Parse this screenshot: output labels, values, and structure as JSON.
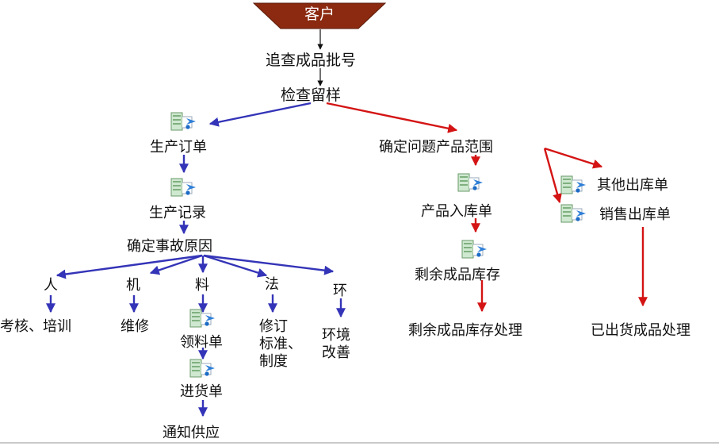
{
  "header": {
    "label": "客户",
    "fill": "#8B2A10",
    "border": "#5a1a08"
  },
  "colors": {
    "blue": "#3434b8",
    "red": "#d41414",
    "black": "#111111"
  },
  "labels": {
    "trace_batch": "追查成品批号",
    "check_sample": "检查留样",
    "production_order": "生产订单",
    "production_record": "生产记录",
    "determine_cause": "确定事故原因",
    "man": "人",
    "machine": "机",
    "material": "料",
    "method": "法",
    "environment": "环",
    "assess_train": "考核、培训",
    "maintenance": "维修",
    "requisition": "领料单",
    "purchase_receipt": "进货单",
    "notify_supplier": "通知供应",
    "revise_standards": "修订\n标准、\n制度",
    "improve_environment": "环境\n改善",
    "determine_scope": "确定问题产品范围",
    "product_inbound": "产品入库单",
    "remaining_inventory": "剩余成品库存",
    "handle_remaining": "剩余成品库存处理",
    "other_outbound": "其他出库单",
    "sales_outbound": "销售出库单",
    "handle_shipped": "已出货成品处理"
  },
  "icons": [
    "document-icon-production-order",
    "document-icon-production-record",
    "document-icon-requisition",
    "document-icon-purchase-receipt",
    "document-icon-product-inbound",
    "document-icon-remaining-inventory",
    "document-icon-other-outbound",
    "document-icon-sales-outbound"
  ]
}
